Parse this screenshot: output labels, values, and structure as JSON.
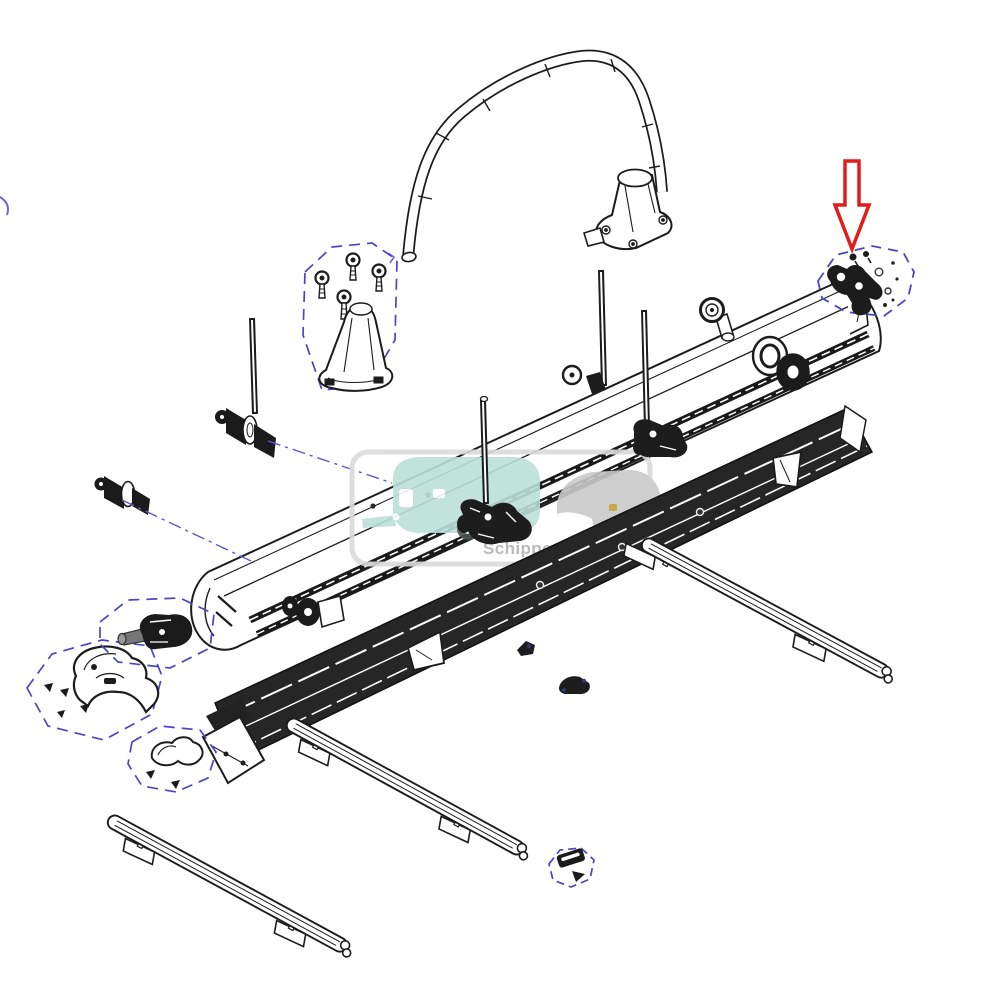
{
  "diagram": {
    "kind": "exploded-parts-diagram",
    "subject": "caravan rear-wall bike carrier assembly",
    "background_color": "#ffffff",
    "line_color": "#1c1c1c",
    "callout_box_color": "#4747c3",
    "leader_line_color": "#5858cc",
    "highlight_arrow": {
      "color": "#e21b1b",
      "style": "hollow-outline",
      "points_to": "end-bracket-fastener-kit"
    },
    "parts": [
      "bike-frame-hoop",
      "hoop-mounting-base",
      "fastener-knob-kit",
      "wheel-holder-rod",
      "roller-spool",
      "upper-load-rail",
      "rail-knob",
      "rail-clamp",
      "lower-wheel-rail",
      "roof-mounting-rail",
      "lock-cover",
      "rail-hook-bracket",
      "strap-buckle-kit",
      "end-bracket-fastener-kit"
    ],
    "accent_dot_color": "#c9a23a"
  },
  "watermark": {
    "text": "Schippercaravans.nl",
    "text_color": "#b3b3b3",
    "caravan_color": "#bcdfd9",
    "car_color": "#c9c9c9",
    "wheel_color": "#46544f",
    "border_color": "#dadada"
  }
}
